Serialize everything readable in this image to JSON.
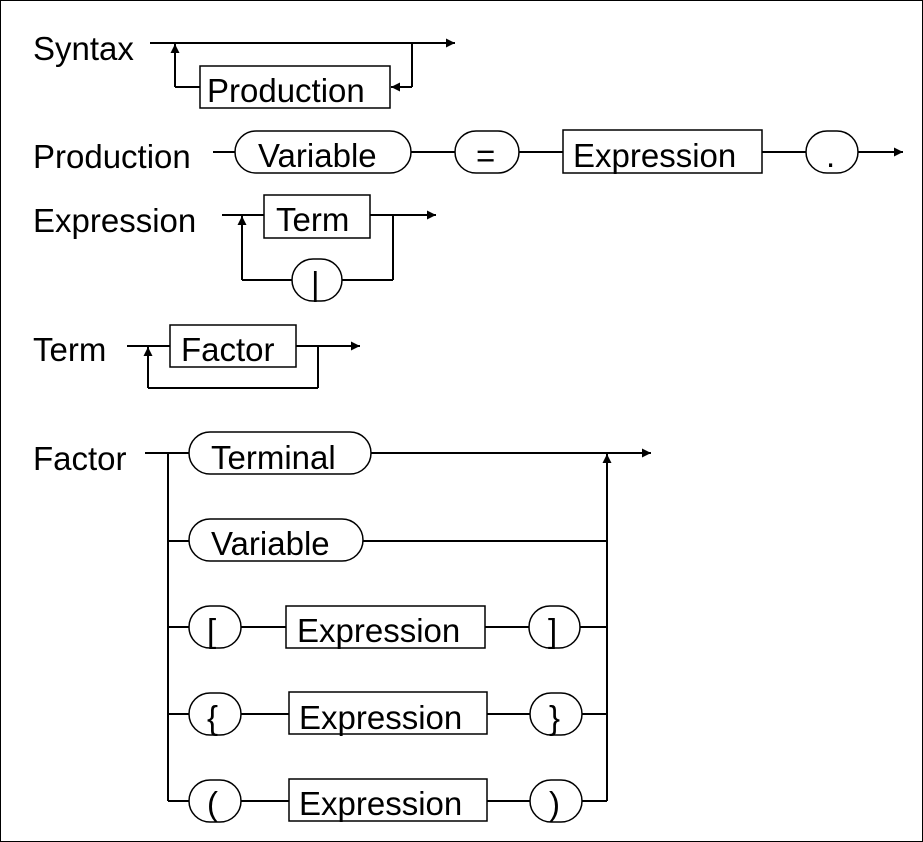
{
  "rules": {
    "syntax": {
      "name": "Syntax",
      "production": "Production"
    },
    "production": {
      "name": "Production",
      "variable": "Variable",
      "equals": "=",
      "expression": "Expression",
      "period": "."
    },
    "expression": {
      "name": "Expression",
      "term": "Term",
      "bar": "|"
    },
    "term": {
      "name": "Term",
      "factor": "Factor"
    },
    "factor": {
      "name": "Factor",
      "terminal": "Terminal",
      "variable": "Variable",
      "bracket": {
        "open": "[",
        "expression": "Expression",
        "close": "]"
      },
      "brace": {
        "open": "{",
        "expression": "Expression",
        "close": "}"
      },
      "paren": {
        "open": "(",
        "expression": "Expression",
        "close": ")"
      }
    }
  }
}
